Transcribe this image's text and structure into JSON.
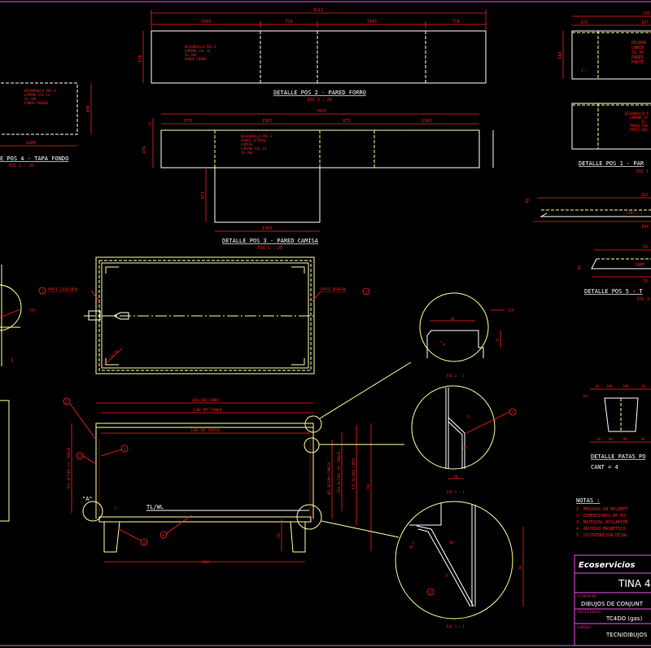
{
  "colors": {
    "background": "#000000",
    "dimension": "#ff2020",
    "outline": "#ffffff",
    "hidden": "#ffff9a",
    "frame": "#c040c0"
  },
  "pos2": {
    "total": "4113",
    "segs": [
      "1343",
      "713",
      "1343",
      "713"
    ],
    "height": "630",
    "note": [
      "DESARROLLO POS 2",
      "LAMINA CAL 16",
      "SS-304",
      "PARED FORRO"
    ],
    "title": "DETALLE POS 2 - PARED FORRO",
    "scale": "ESC 1 : 20"
  },
  "pos4": {
    "width": "1280",
    "height": "880",
    "note": [
      "DESARROLLO POS 4",
      "LAMINA CAL 14",
      "SS-304",
      "FONDO TANQUE"
    ],
    "title": "E POS 4 - TAPA FONDO",
    "scale": "ESC 1 : 20"
  },
  "pos3": {
    "total": "3952",
    "segs": [
      "673",
      "1303",
      "673",
      "1303"
    ],
    "top": "15",
    "height": "476",
    "flap": "673",
    "bottom": "1303",
    "note": [
      "DESARROLLO POS 3",
      "PARED LATERAL",
      "CAMISA",
      "LAMINA CAL 14",
      "SS-304"
    ],
    "title": "DETALLE POS 3 - PARED CAMISA",
    "scale": "ESC 1 : 20"
  },
  "pos1": {
    "total": "191",
    "a": "322",
    "b": "127",
    "height": "680",
    "angle": "1°",
    "note1": [
      "DESARR",
      "LAMIN",
      "SS-30",
      "PARED",
      "PARTE"
    ],
    "note2": [
      "DESARROLLO P",
      "LAMINA CA",
      "SS-",
      "PARED TAN",
      "PARTE DER"
    ],
    "title": "DETALLE POS 1 - PAR",
    "scale": "ESC 1"
  },
  "pos5": {
    "d1": "127",
    "cant1": "CANT = 2",
    "d2": "134",
    "angle": "45",
    "d3": "51",
    "cant2": "CANT",
    "d4": "71",
    "title": "DETALLE POS 5 - T",
    "scale": "ESC 1"
  },
  "plan": {
    "left": "PARTE IZQUIERDA",
    "right": "PARTE DERECHA",
    "ref": "1",
    "weld": "10 PE",
    "tip": "TIP"
  },
  "section": {
    "forro": "1343 INT FORRO",
    "tanque": "1280 INT TANQUE",
    "camisa": "1303 INT CAMISA",
    "altA": "650 ALTURA (A) TANQUE",
    "altCamisa": "485 ALTURA CAMISA",
    "altB": "540 ALTURA (B) TANQUE",
    "altForro": "635 ALTURA FORRO",
    "total": "790",
    "leg": "250",
    "base": "1360",
    "tl": "TL/WL",
    "angle": "1°",
    "detail": "\"A\"",
    "refs": [
      "2",
      "3",
      "1",
      "4",
      "6"
    ]
  },
  "details": [
    {
      "dims": [
        "28",
        "15",
        "3 R"
      ],
      "scale": "ESC 1 : 1"
    },
    {
      "dims": [
        "75",
        "60°",
        "10"
      ],
      "ref": "3",
      "scale": "ESC 1 : 1"
    },
    {
      "dims": [
        "30°",
        "60",
        "30.5",
        "76"
      ],
      "ref": "5",
      "scale": "ESC 1 : 1"
    }
  ],
  "patas": {
    "top": [
      "10",
      "100",
      "100",
      "10"
    ],
    "bottom": [
      "10",
      "80",
      "80",
      "10"
    ],
    "angle": "10°",
    "title": "DETALLE PATAS PO",
    "cant": "CANT = 4"
  },
  "notes": {
    "title": "NOTAS :",
    "items": [
      "1- MEDIDAS EN MILIMET",
      "2- DIMENSIONES DE DO",
      "3- MATERIAL AISLAMIEN",
      "4- ARCHIVO MAGNETICO",
      "5- DISTRIBUCION DESAL"
    ]
  },
  "titleblock": {
    "company": "Ecoservicios",
    "name": "TINA 4",
    "contiene_label": "CONTIENE",
    "contiene": "DIBUJOS DE CONJUNT",
    "referencia_label": "REFERENCIA",
    "referencia": "TC4DO (gas)",
    "dibujo_label": "DIBUJO",
    "dibujo": "TECNIDIBUJOS"
  }
}
